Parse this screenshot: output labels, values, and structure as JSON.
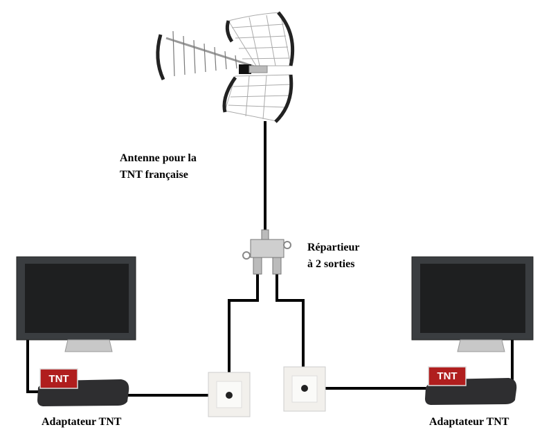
{
  "antenna": {
    "label_line1": "Antenne pour la",
    "label_line2": "TNT française"
  },
  "splitter": {
    "label_line1": "Répartieur",
    "label_line2": "à 2 sorties"
  },
  "left_adapter": {
    "label": "Adaptateur TNT",
    "badge": "TNT"
  },
  "right_adapter": {
    "label": "Adaptateur TNT",
    "badge": "TNT"
  },
  "colors": {
    "cable": "#000000",
    "tnt_badge": "#b01e1e",
    "tv_frame": "#3a3d40",
    "screen": "#1e1f20",
    "box": "#2e2e30",
    "wall_plate": "#f2f0ec"
  }
}
